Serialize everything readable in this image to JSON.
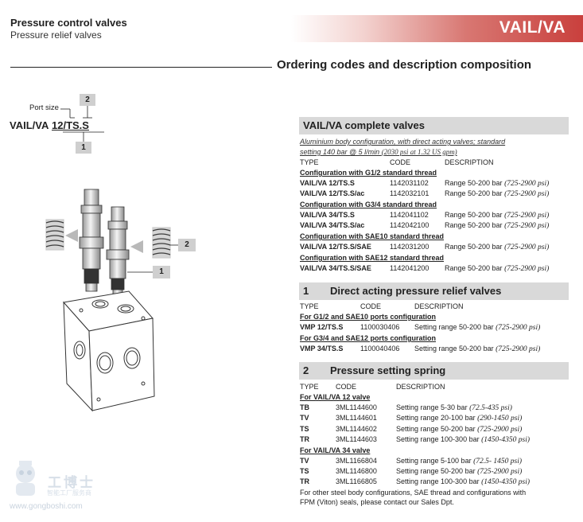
{
  "header": {
    "title": "Pressure control valves",
    "subtitle": "Pressure relief valves",
    "product": "VAIL/VA"
  },
  "section_title": "Ordering codes and description composition",
  "code_diagram": {
    "port_label": "Port size",
    "model": "VAIL/VA",
    "code_port": "12",
    "code_setting": "/TS.S",
    "box_top": "2",
    "box_bottom": "1"
  },
  "figure_labels": {
    "spring": "2",
    "valve": "1"
  },
  "complete": {
    "title": "VAIL/VA complete valves",
    "note_line1": "Aluminium body configuration, with direct acting valves; standard",
    "note_line2_a": "setting 140 bar @ 5 l/min ",
    "note_line2_b": "(2030 psi at 1.32 US gpm)",
    "col_type": "TYPE",
    "col_code": "CODE",
    "col_desc": "DESCRIPTION",
    "groups": [
      {
        "heading": "Configuration with G1/2 standard thread",
        "rows": [
          {
            "type": "VAIL/VA 12/TS.S",
            "code": "1142031102",
            "desc": "Range 50-200 bar",
            "psi": "(725-2900 psi)"
          },
          {
            "type": "VAIL/VA 12/TS.S/ac",
            "code": "1142032101",
            "desc": "Range 50-200 bar",
            "psi": "(725-2900 psi)"
          }
        ]
      },
      {
        "heading": "Configuration with G3/4 standard thread",
        "rows": [
          {
            "type": "VAIL/VA 34/TS.S",
            "code": "1142041102",
            "desc": "Range 50-200 bar",
            "psi": "(725-2900 psi)"
          },
          {
            "type": "VAIL/VA 34/TS.S/ac",
            "code": "1142042100",
            "desc": "Range 50-200 bar",
            "psi": "(725-2900 psi)"
          }
        ]
      },
      {
        "heading": "Configuration with SAE10 standard thread",
        "rows": [
          {
            "type": "VAIL/VA 12/TS.S/SAE",
            "code": "1142031200",
            "desc": "Range 50-200 bar",
            "psi": "(725-2900 psi)"
          }
        ]
      },
      {
        "heading": "Configuration with SAE12 standard thread",
        "rows": [
          {
            "type": "VAIL/VA 34/TS.S/SAE",
            "code": "1142041200",
            "desc": "Range 50-200 bar",
            "psi": "(725-2900 psi)"
          }
        ]
      }
    ]
  },
  "direct": {
    "num": "1",
    "title": "Direct acting pressure relief valves",
    "col_type": "TYPE",
    "col_code": "CODE",
    "col_desc": "DESCRIPTION",
    "groups": [
      {
        "heading": "For G1/2 and SAE10 ports configuration",
        "rows": [
          {
            "type": "VMP 12/TS.S",
            "code": "1100030406",
            "desc": "Setting range 50-200 bar",
            "psi": "(725-2900 psi)"
          }
        ]
      },
      {
        "heading": "For G3/4 and SAE12 ports configuration",
        "rows": [
          {
            "type": "VMP 34/TS.S",
            "code": "1100040406",
            "desc": "Setting range 50-200 bar",
            "psi": "(725-2900 psi)"
          }
        ]
      }
    ]
  },
  "spring": {
    "num": "2",
    "title": "Pressure setting spring",
    "col_type": "TYPE",
    "col_code": "CODE",
    "col_desc": "DESCRIPTION",
    "groups": [
      {
        "heading": "For VAIL/VA 12 valve",
        "rows": [
          {
            "type": "TB",
            "code": "3ML1144600",
            "desc": "Setting range 5-30 bar",
            "psi": "(72.5-435 psi)"
          },
          {
            "type": "TV",
            "code": "3ML1144601",
            "desc": "Setting range 20-100 bar",
            "psi": "(290-1450 psi)"
          },
          {
            "type": "TS",
            "code": "3ML1144602",
            "desc": "Setting range 50-200 bar",
            "psi": "(725-2900 psi)"
          },
          {
            "type": "TR",
            "code": "3ML1144603",
            "desc": "Setting range 100-300 bar",
            "psi": "(1450-4350 psi)"
          }
        ]
      },
      {
        "heading": "For VAIL/VA 34 valve",
        "rows": [
          {
            "type": "TV",
            "code": "3ML1166804",
            "desc": "Setting range 5-100 bar",
            "psi": "(72.5- 1450 psi)"
          },
          {
            "type": "TS",
            "code": "3ML1146800",
            "desc": "Setting range 50-200 bar",
            "psi": "(725-2900 psi)"
          },
          {
            "type": "TR",
            "code": "3ML1166805",
            "desc": "Setting range 100-300 bar",
            "psi": "(1450-4350 psi)"
          }
        ]
      }
    ]
  },
  "footer": {
    "line1": "For other steel body configurations, SAE thread and configurations with",
    "line2": "FPM (Viton) seals, please contact our Sales Dpt."
  },
  "watermark": {
    "name_cn": "工博士",
    "tagline_cn": "智能工厂服务商",
    "url": "www.gongboshi.com"
  }
}
